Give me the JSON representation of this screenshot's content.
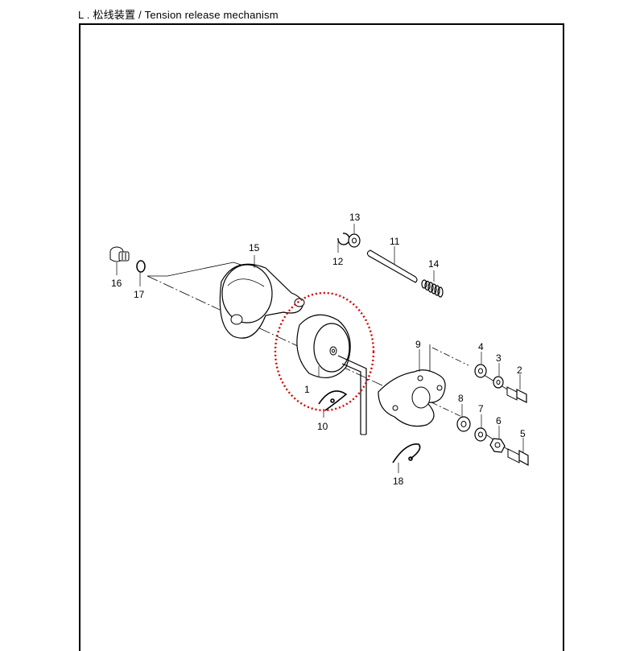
{
  "header": {
    "title": "L . 松线装置 / Tension release mechanism"
  },
  "colors": {
    "highlight": "#d40000",
    "line": "#000000",
    "part_fill": "#ffffff",
    "shade": "#d9d9d9"
  },
  "parts": [
    {
      "id": "part-1",
      "number": "1",
      "highlighted": true
    },
    {
      "id": "part-2",
      "number": "2"
    },
    {
      "id": "part-3",
      "number": "3"
    },
    {
      "id": "part-4",
      "number": "4"
    },
    {
      "id": "part-5",
      "number": "5"
    },
    {
      "id": "part-6",
      "number": "6"
    },
    {
      "id": "part-7",
      "number": "7"
    },
    {
      "id": "part-8",
      "number": "8"
    },
    {
      "id": "part-9",
      "number": "9"
    },
    {
      "id": "part-10",
      "number": "10"
    },
    {
      "id": "part-11",
      "number": "11"
    },
    {
      "id": "part-12",
      "number": "12"
    },
    {
      "id": "part-13",
      "number": "13"
    },
    {
      "id": "part-14",
      "number": "14"
    },
    {
      "id": "part-15",
      "number": "15"
    },
    {
      "id": "part-16",
      "number": "16"
    },
    {
      "id": "part-17",
      "number": "17"
    },
    {
      "id": "part-18",
      "number": "18"
    }
  ]
}
